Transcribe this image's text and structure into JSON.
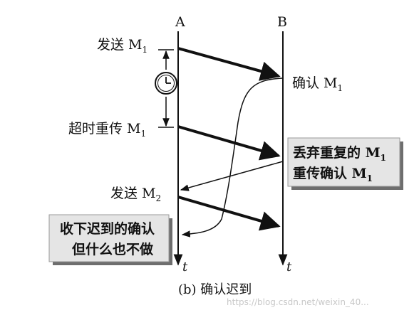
{
  "nodes": {
    "a": "A",
    "b": "B"
  },
  "time_labels": {
    "a": "t",
    "b": "t"
  },
  "sender_events": {
    "send_m1": {
      "text": "发送 M",
      "sub": "1"
    },
    "retransmit_m1": {
      "text": "超时重传 M",
      "sub": "1"
    },
    "send_m2": {
      "text": "发送 M",
      "sub": "2"
    }
  },
  "receiver_events": {
    "ack_m1": {
      "text": "确认 M",
      "sub": "1"
    },
    "discard": {
      "text": "丢弃重复的 M",
      "sub": "1"
    },
    "resend_ack": {
      "text": "重传确认 M",
      "sub": "1"
    }
  },
  "late_ack_box": {
    "line1": "收下迟到的确认",
    "line2": "但什么也不做"
  },
  "caption": "(b) 确认迟到",
  "watermark": "https://blog.csdn.net/weixin_40..."
}
